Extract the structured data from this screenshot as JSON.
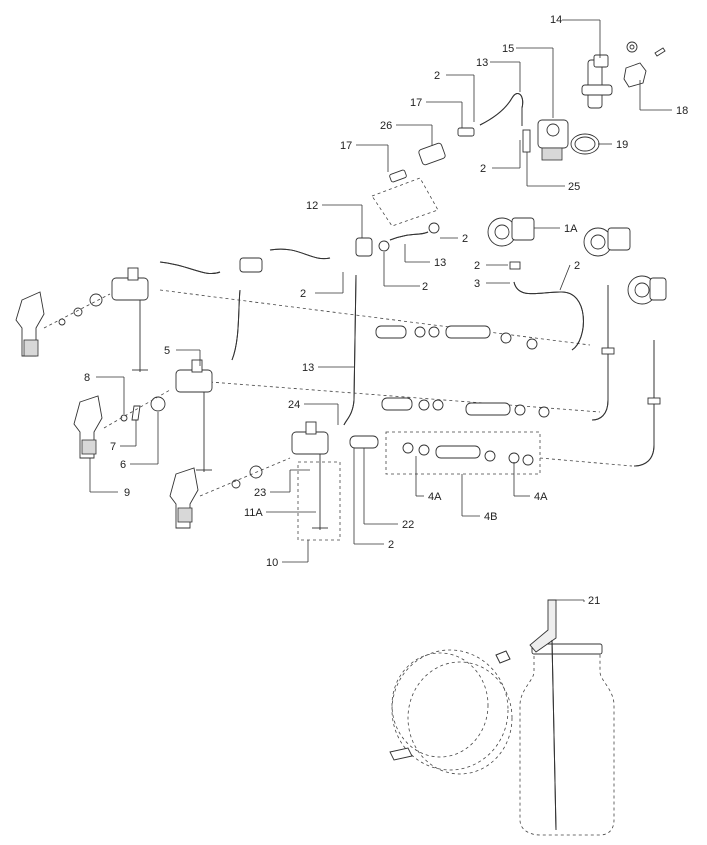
{
  "diagram": {
    "callouts": [
      {
        "id": "c14",
        "text": "14"
      },
      {
        "id": "c15",
        "text": "15"
      },
      {
        "id": "c13a",
        "text": "13"
      },
      {
        "id": "c2a",
        "text": "2"
      },
      {
        "id": "c17a",
        "text": "17"
      },
      {
        "id": "c18",
        "text": "18"
      },
      {
        "id": "c26",
        "text": "26"
      },
      {
        "id": "c17b",
        "text": "17"
      },
      {
        "id": "c19",
        "text": "19"
      },
      {
        "id": "c2b",
        "text": "2"
      },
      {
        "id": "c25",
        "text": "25"
      },
      {
        "id": "c12",
        "text": "12"
      },
      {
        "id": "c2c",
        "text": "2"
      },
      {
        "id": "c1a",
        "text": "1A"
      },
      {
        "id": "c13b",
        "text": "13"
      },
      {
        "id": "c2d",
        "text": "2"
      },
      {
        "id": "c2e",
        "text": "2"
      },
      {
        "id": "c2f",
        "text": "2"
      },
      {
        "id": "c3",
        "text": "3"
      },
      {
        "id": "c2g",
        "text": "2"
      },
      {
        "id": "c5",
        "text": "5"
      },
      {
        "id": "c13c",
        "text": "13"
      },
      {
        "id": "c8",
        "text": "8"
      },
      {
        "id": "c24",
        "text": "24"
      },
      {
        "id": "c7",
        "text": "7"
      },
      {
        "id": "c6",
        "text": "6"
      },
      {
        "id": "c9",
        "text": "9"
      },
      {
        "id": "c23",
        "text": "23"
      },
      {
        "id": "c4a1",
        "text": "4A"
      },
      {
        "id": "c4a2",
        "text": "4A"
      },
      {
        "id": "c11a",
        "text": "11A"
      },
      {
        "id": "c22",
        "text": "22"
      },
      {
        "id": "c4b",
        "text": "4B"
      },
      {
        "id": "c2h",
        "text": "2"
      },
      {
        "id": "c10",
        "text": "10"
      },
      {
        "id": "c21",
        "text": "21"
      }
    ]
  }
}
